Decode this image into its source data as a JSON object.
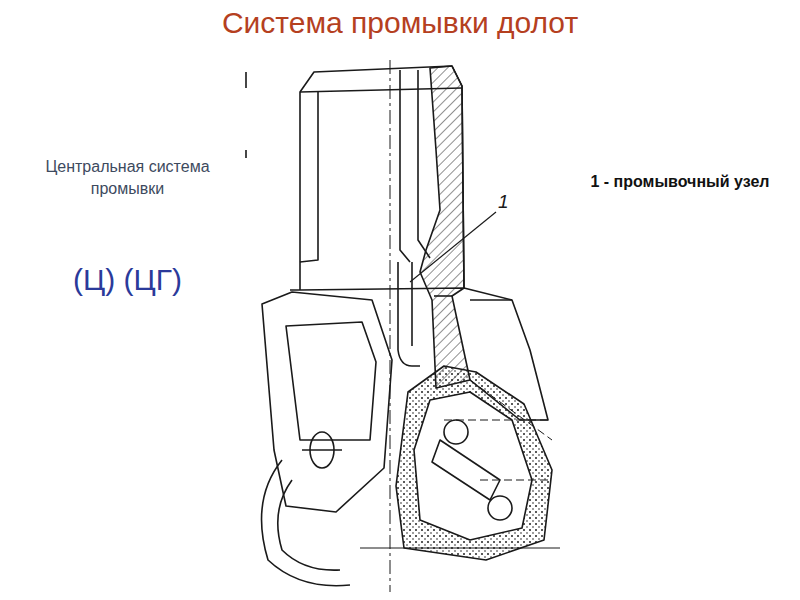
{
  "diagram": {
    "title": "Система промывки долот",
    "labels": [
      "Центральная система промывки",
      "(Ц) (ЦГ)",
      "1",
      "1 - промывочный узел"
    ]
  }
}
